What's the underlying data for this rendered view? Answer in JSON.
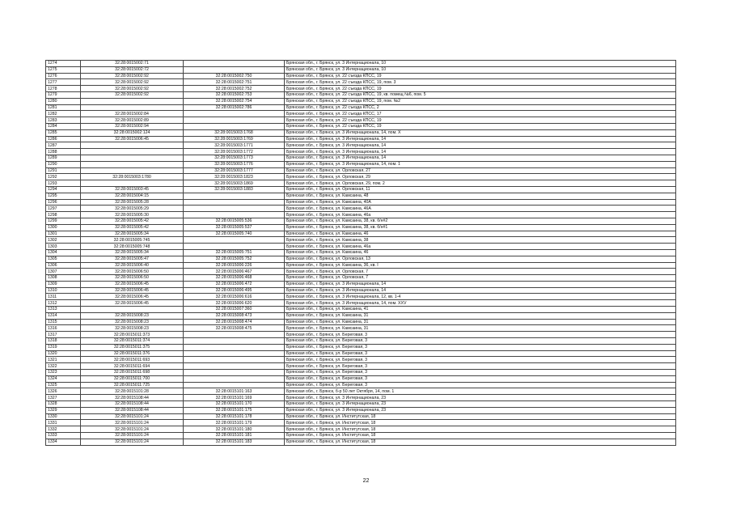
{
  "document": {
    "page_number": "22",
    "rows": [
      [
        "1274",
        "32:28:0015002:71",
        "",
        "Брянская обл., г. Брянск, ул. 3 Интернационала, 10"
      ],
      [
        "1275",
        "32:28:0015002:72",
        "",
        "Брянская обл., г. Брянск, ул. 3 Интернационала, 10"
      ],
      [
        "1276",
        "32:28:0015002:92",
        "32:28:0015002:750",
        "Брянская обл., г. Брянск, ул. 22 съезда КПСС, 19"
      ],
      [
        "1277",
        "32:28:0015002:92",
        "32:28:0015002:751",
        "Брянская обл., г. Брянск, ул. 22 съезда КПСС, 19, пом. 3"
      ],
      [
        "1278",
        "32:28:0015002:92",
        "32:28:0015002:752",
        "Брянская обл., г. Брянск, ул. 22 съезда КПСС, 19"
      ],
      [
        "1279",
        "32:28:0015002:92",
        "32:28:0015002:753",
        "Брянская обл., г. Брянск, ул. 22 съезда КПСС, 19, кв. помещ №6, пом. 5"
      ],
      [
        "1280",
        "",
        "32:28:0015002:754",
        "Брянская обл., г. Брянск, ул. 22 съезда КПСС, 19, пом. №2"
      ],
      [
        "1281",
        "",
        "32:28:0015002:786",
        "Брянская обл., г. Брянск, ул. 22 съезда КПСС, 2"
      ],
      [
        "1282",
        "32:28:0015002:84",
        "",
        "Брянская обл., г. Брянск, ул. 22 съезда КПСС, 17"
      ],
      [
        "1283",
        "32:28:0015002:89",
        "",
        "Брянская обл., г. Брянск, ул. 22 съезда КПСС, 19"
      ],
      [
        "1284",
        "32:28:0015002:94",
        "",
        "Брянская обл., г. Брянск, ул. 22 съезда КПСС, 19"
      ],
      [
        "1285",
        "32:28:0015002:124",
        "32:28:0015003:1768",
        "Брянская обл., г. Брянск, ул. 3 Интернационала, 14, пом. X"
      ],
      [
        "1286",
        "32:28:0015006:45",
        "32:28:0015003:1769",
        "Брянская обл., г. Брянск, ул. 3 Интернационала, 14"
      ],
      [
        "1287",
        "",
        "32:28:0015003:1771",
        "Брянская обл., г. Брянск, ул. 3 Интернационала, 14"
      ],
      [
        "1288",
        "",
        "32:28:0015003:1772",
        "Брянская обл., г. Брянск, ул. 3 Интернационала, 14"
      ],
      [
        "1289",
        "",
        "32:28:0015003:1773",
        "Брянская обл., г. Брянск, ул. 3 Интернационала, 14"
      ],
      [
        "1290",
        "",
        "32:28:0015003:1776",
        "Брянская обл., г. Брянск, ул. 3 Интернационала, 14, пом. 1"
      ],
      [
        "1291",
        "",
        "32:28:0015003:1777",
        "Брянская обл., г. Брянск, ул. Орловская, 27"
      ],
      [
        "1292",
        "32:28:0015003:1780",
        "32:28:0015003:1823",
        "Брянская обл., г. Брянск, ул. Орловская, 29"
      ],
      [
        "1293",
        "",
        "32:28:0015003:1869",
        "Брянская обл., г. Брянск, ул. Орловская, 29, пом. 2"
      ],
      [
        "1294",
        "32:28:0015003:45",
        "32:28:0015003:1883",
        "Брянская обл., г. Брянск, ул. Орловская, 11"
      ],
      [
        "1295",
        "32:28:0015004:15",
        "",
        "Брянская обл., г. Брянск, ул. Камсаина, 48"
      ],
      [
        "1296",
        "32:28:0015005:28",
        "",
        "Брянская обл., г. Брянск, ул. Камсаина, 40А"
      ],
      [
        "1297",
        "32:28:0015005:29",
        "",
        "Брянская обл., г. Брянск, ул. Камсаина, 46А"
      ],
      [
        "1298",
        "32:28:0015005:30",
        "",
        "Брянская обл., г. Брянск, ул. Камсаина, 46а"
      ],
      [
        "1299",
        "32:28:0015005:42",
        "32:28:0015005:536",
        "Брянская обл., г. Брянск, ул. Камсаина, 38, кв. б/н#2"
      ],
      [
        "1300",
        "32:28:0015005:42",
        "32:28:0015005:537",
        "Брянская обл., г. Брянск, ул. Камсаина, 38, кв. б/н#1"
      ],
      [
        "1301",
        "32:28:0015005:34",
        "32:28:0015005:740",
        "Брянская обл., г. Брянск, ул. Камсаина, 46"
      ],
      [
        "1302",
        "32:28:0015005:745",
        "",
        "Брянская обл., г. Брянск, ул. Камсаина, 38"
      ],
      [
        "1303",
        "32:28:0015005:748",
        "",
        "Брянская обл., г. Брянск, ул. Камсаина, 46а"
      ],
      [
        "1304",
        "32:28:0015005:34",
        "32:28:0015005:751",
        "Брянская обл., г. Брянск, ул. Камсаина, 46"
      ],
      [
        "1305",
        "32:28:0015005:47",
        "32:28:0015005:752",
        "Брянская обл., г. Брянск, ул. Орловская, 13"
      ],
      [
        "1306",
        "32:28:0015006:40",
        "32:28:0015006:226",
        "Брянская обл., г. Брянск, ул. Камсаина, 36, кв. I"
      ],
      [
        "1307",
        "32:28:0015006:50",
        "32:28:0015006:467",
        "Брянская обл., г. Брянск, ул. Орловская, 7"
      ],
      [
        "1308",
        "32:28:0015006:50",
        "32:28:0015006:468",
        "Брянская обл., г. Брянск, ул. Орловская, 7"
      ],
      [
        "1309",
        "32:28:0015006:45",
        "32:28:0015006:472",
        "Брянская обл., г. Брянск, ул. 3 Интернационала, 14"
      ],
      [
        "1310",
        "32:28:0015006:45",
        "32:28:0015006:495",
        "Брянская обл., г. Брянск, ул. 3 Интернационала, 14"
      ],
      [
        "1311",
        "32:28:0015006:45",
        "32:28:0015006:616",
        "Брянская обл., г. Брянск, ул. 3 Интернационала, 12, кв. 1-4"
      ],
      [
        "1312",
        "32:28:0015006:45",
        "32:28:0015006:620",
        "Брянская обл., г. Брянск, ул. 3 Интернационала, 14, пом. XXV"
      ],
      [
        "1313",
        "",
        "32:28:0015007:360",
        "Брянская обл., г. Брянск, ул. Камсаина, 41"
      ],
      [
        "1314",
        "32:28:0015008:23",
        "32:28:0015008:473",
        "Брянская обл., г. Брянск, ул. Камсаина, 31"
      ],
      [
        "1315",
        "32:28:0015008:23",
        "32:28:0015008:474",
        "Брянская обл., г. Брянск, ул. Камсаина, 31"
      ],
      [
        "1316",
        "32:28:0015008:23",
        "32:28:0015008:475",
        "Брянская обл., г. Брянск, ул. Камсаина, 31"
      ],
      [
        "1317",
        "32:28:0015011:373",
        "",
        "Брянская обл., г. Брянск, ул. Береговая, 3"
      ],
      [
        "1318",
        "32:28:0015011:374",
        "",
        "Брянская обл., г. Брянск, ул. Береговая, 3"
      ],
      [
        "1319",
        "32:28:0015011:375",
        "",
        "Брянская обл., г. Брянск, ул. Береговая, 3"
      ],
      [
        "1320",
        "32:28:0015011:376",
        "",
        "Брянская обл., г. Брянск, ул. Береговая, 3"
      ],
      [
        "1321",
        "32:28:0015011:693",
        "",
        "Брянская обл., г. Брянск, ул. Береговая, 3"
      ],
      [
        "1322",
        "32:28:0015011:694",
        "",
        "Брянская обл., г. Брянск, ул. Береговая, 3"
      ],
      [
        "1323",
        "32:28:0015011:698",
        "",
        "Брянская обл., г. Брянск, ул. Береговая, 3"
      ],
      [
        "1324",
        "32:28:0015011:700",
        "",
        "Брянская обл., г. Брянск, ул. Береговая, 3"
      ],
      [
        "1325",
        "32:28:0015011:725",
        "",
        "Брянская обл., г. Брянск, ул. Береговая, 3"
      ],
      [
        "1326",
        "32:28:0015101:28",
        "32:28:0015101:163",
        "Брянская обл., г. Брянск, б-р 50 лет Октября, 14, пом. 1"
      ],
      [
        "1327",
        "32:28:0015108:44",
        "32:28:0015101:169",
        "Брянская обл., г. Брянск, ул. 3 Интернационала, 23"
      ],
      [
        "1328",
        "32:28:0015108:44",
        "32:28:0015101:170",
        "Брянская обл., г. Брянск, ул. 3 Интернационала, 23"
      ],
      [
        "1329",
        "32:28:0015108:44",
        "32:28:0015101:175",
        "Брянская обл., г. Брянск, ул. 3 Интернационала, 23"
      ],
      [
        "1330",
        "32:28:0015101:24",
        "32:28:0015101:178",
        "Брянская обл., г. Брянск, ул. Институтская, 18"
      ],
      [
        "1331",
        "32:28:0015101:24",
        "32:28:0015101:179",
        "Брянская обл., г. Брянск, ул. Институтская, 18"
      ],
      [
        "1332",
        "32:28:0015101:24",
        "32:28:0015101:180",
        "Брянская обл., г. Брянск, ул. Институтская, 18"
      ],
      [
        "1333",
        "32:28:0015101:24",
        "32:28:0015101:181",
        "Брянская обл., г. Брянск, ул. Институтская, 18"
      ],
      [
        "1334",
        "32:28:0015101:24",
        "32:28:0015101:183",
        "Брянская обл., г. Брянск, ул. Институтская, 18"
      ]
    ]
  }
}
